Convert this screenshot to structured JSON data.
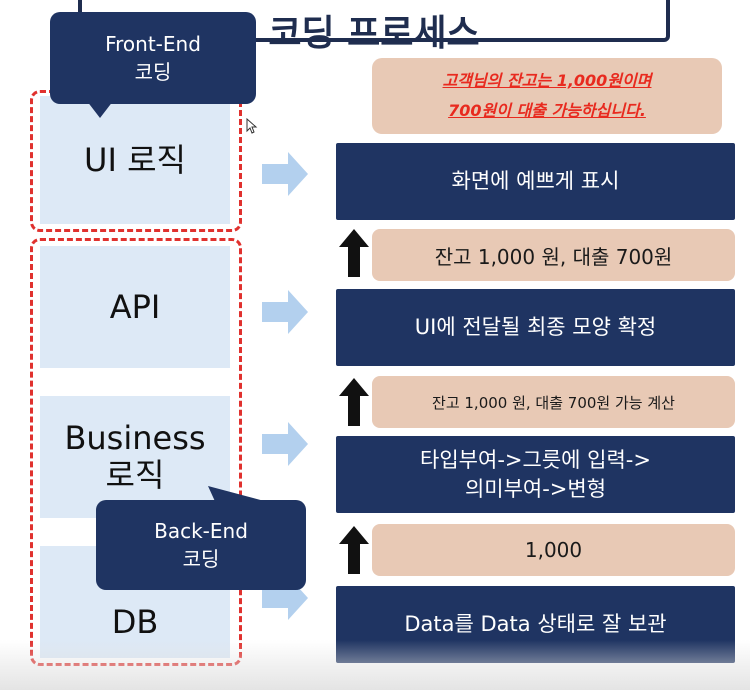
{
  "title": "코딩 프로세스",
  "layers": {
    "ui": "UI 로직",
    "api": "API",
    "business": [
      "Business",
      "로직"
    ],
    "db": "DB"
  },
  "callouts": {
    "front_end": [
      "Front-End",
      "코딩"
    ],
    "back_end": [
      "Back-End",
      "코딩"
    ]
  },
  "note": [
    "고객님의 잔고는 1,000원이며",
    "700원이 대출 가능하십니다."
  ],
  "steps": {
    "display": "화면에 예쁘게 표시",
    "finalize": "UI에 전달될 최종 모양 확정",
    "transform": [
      "타입부여->그릇에 입력->",
      "의미부여->변형"
    ],
    "store": "Data를 Data 상태로 잘 보관"
  },
  "values": {
    "top": "잔고 1,000 원, 대출 700원",
    "middle": "잔고 1,000 원, 대출 700원 가능 계산",
    "bottom": "1,000"
  },
  "colors": {
    "navy": "#1f3462",
    "light_blue": "#dde9f6",
    "peach": "#e8c9b5",
    "red": "#e0312e",
    "arrow_blue": "#b3d0ee"
  },
  "icons": {
    "right_arrow": "arrow-right-icon",
    "up_arrow": "arrow-up-icon",
    "cursor": "mouse-cursor-icon"
  }
}
